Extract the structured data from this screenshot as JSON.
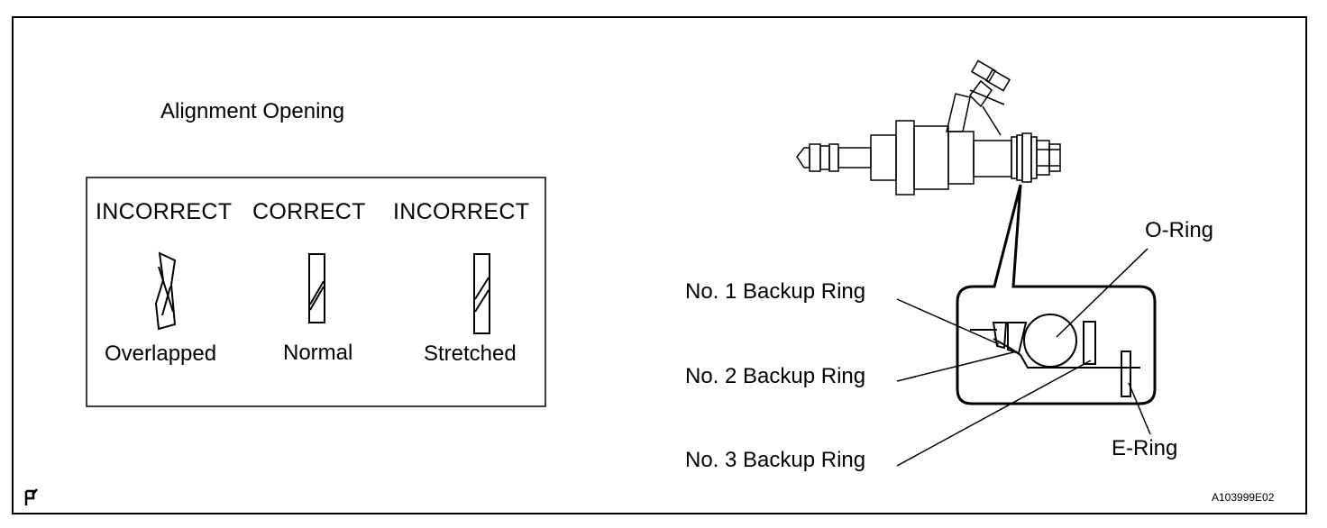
{
  "diagram": {
    "alignment_title": "Alignment Opening",
    "columns": [
      {
        "heading": "INCORRECT",
        "caption": "Overlapped"
      },
      {
        "heading": "CORRECT",
        "caption": "Normal"
      },
      {
        "heading": "INCORRECT",
        "caption": "Stretched"
      }
    ],
    "callouts": {
      "o_ring": "O-Ring",
      "backup_ring_1": "No. 1 Backup Ring",
      "backup_ring_2": "No. 2 Backup Ring",
      "backup_ring_3": "No. 3 Backup Ring",
      "e_ring": "E-Ring"
    },
    "figure_code": "A103999E02"
  }
}
